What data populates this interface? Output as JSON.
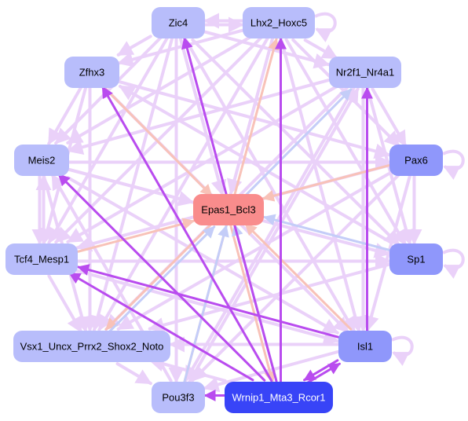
{
  "colors": {
    "edge_light": "#ead1f9",
    "edge_purple": "#b94cef",
    "edge_salmon": "#f8c2b8",
    "edge_blue": "#c4cdf8",
    "node_light": "#b8bdfb",
    "node_mid": "#8f97fb",
    "node_dark": "#3844f7",
    "node_center": "#f98c8c"
  },
  "nodes": [
    {
      "id": "zic4",
      "label": "Zic4",
      "fill": "#b8bdfb",
      "text": "#000000"
    },
    {
      "id": "lhx2",
      "label": "Lhx2_Hoxc5",
      "fill": "#b8bdfb",
      "text": "#000000"
    },
    {
      "id": "zfhx3",
      "label": "Zfhx3",
      "fill": "#b8bdfb",
      "text": "#000000"
    },
    {
      "id": "nr2f1",
      "label": "Nr2f1_Nr4a1",
      "fill": "#b8bdfb",
      "text": "#000000"
    },
    {
      "id": "meis2",
      "label": "Meis2",
      "fill": "#b8bdfb",
      "text": "#000000"
    },
    {
      "id": "pax6",
      "label": "Pax6",
      "fill": "#8f97fb",
      "text": "#000000"
    },
    {
      "id": "epas1",
      "label": "Epas1_Bcl3",
      "fill": "#f98c8c",
      "text": "#000000"
    },
    {
      "id": "tcf4",
      "label": "Tcf4_Mesp1",
      "fill": "#b8bdfb",
      "text": "#000000"
    },
    {
      "id": "sp1",
      "label": "Sp1",
      "fill": "#8f97fb",
      "text": "#000000"
    },
    {
      "id": "vsx1",
      "label": "Vsx1_Uncx_Prrx2_Shox2_Noto",
      "fill": "#b8bdfb",
      "text": "#000000"
    },
    {
      "id": "isl1",
      "label": "Isl1",
      "fill": "#8f97fb",
      "text": "#000000"
    },
    {
      "id": "pou3f3",
      "label": "Pou3f3",
      "fill": "#b8bdfb",
      "text": "#000000"
    },
    {
      "id": "wrnip1",
      "label": "Wrnip1_Mta3_Rcor1",
      "fill": "#3844f7",
      "text": "#ffffff"
    }
  ],
  "edges": [
    {
      "from": "zic4",
      "to": "lhx2",
      "type": "light"
    },
    {
      "from": "lhx2",
      "to": "zic4",
      "type": "light"
    },
    {
      "from": "zic4",
      "to": "zfhx3",
      "type": "light"
    },
    {
      "from": "zic4",
      "to": "meis2",
      "type": "light"
    },
    {
      "from": "zic4",
      "to": "tcf4",
      "type": "light"
    },
    {
      "from": "zic4",
      "to": "vsx1",
      "type": "light"
    },
    {
      "from": "zic4",
      "to": "nr2f1",
      "type": "light"
    },
    {
      "from": "zic4",
      "to": "isl1",
      "type": "light"
    },
    {
      "from": "zic4",
      "to": "sp1",
      "type": "light"
    },
    {
      "from": "zic4",
      "to": "pou3f3",
      "type": "light"
    },
    {
      "from": "zic4",
      "to": "epas1",
      "type": "light"
    },
    {
      "from": "wrnip1",
      "to": "zic4",
      "type": "purple"
    },
    {
      "from": "lhx2",
      "to": "nr2f1",
      "type": "light"
    },
    {
      "from": "lhx2",
      "to": "pax6",
      "type": "light"
    },
    {
      "from": "lhx2",
      "to": "zfhx3",
      "type": "light"
    },
    {
      "from": "lhx2",
      "to": "meis2",
      "type": "light"
    },
    {
      "from": "lhx2",
      "to": "tcf4",
      "type": "light"
    },
    {
      "from": "lhx2",
      "to": "vsx1",
      "type": "light"
    },
    {
      "from": "lhx2",
      "to": "isl1",
      "type": "light"
    },
    {
      "from": "lhx2",
      "to": "sp1",
      "type": "light"
    },
    {
      "from": "lhx2",
      "to": "epas1",
      "type": "light"
    },
    {
      "from": "wrnip1",
      "to": "lhx2",
      "type": "purple"
    },
    {
      "from": "pou3f3",
      "to": "lhx2",
      "type": "salmon"
    },
    {
      "from": "zfhx3",
      "to": "meis2",
      "type": "light"
    },
    {
      "from": "zfhx3",
      "to": "tcf4",
      "type": "light"
    },
    {
      "from": "zfhx3",
      "to": "vsx1",
      "type": "light"
    },
    {
      "from": "zfhx3",
      "to": "pax6",
      "type": "light"
    },
    {
      "from": "zfhx3",
      "to": "isl1",
      "type": "light"
    },
    {
      "from": "zfhx3",
      "to": "epas1",
      "type": "salmon"
    },
    {
      "from": "wrnip1",
      "to": "zfhx3",
      "type": "purple"
    },
    {
      "from": "sp1",
      "to": "zfhx3",
      "type": "light"
    },
    {
      "from": "nr2f1",
      "to": "pax6",
      "type": "light"
    },
    {
      "from": "nr2f1",
      "to": "meis2",
      "type": "light"
    },
    {
      "from": "nr2f1",
      "to": "tcf4",
      "type": "light"
    },
    {
      "from": "nr2f1",
      "to": "vsx1",
      "type": "light"
    },
    {
      "from": "nr2f1",
      "to": "isl1",
      "type": "light"
    },
    {
      "from": "nr2f1",
      "to": "sp1",
      "type": "light"
    },
    {
      "from": "nr2f1",
      "to": "pou3f3",
      "type": "light"
    },
    {
      "from": "epas1",
      "to": "nr2f1",
      "type": "blue"
    },
    {
      "from": "isl1",
      "to": "nr2f1",
      "type": "purple"
    },
    {
      "from": "meis2",
      "to": "tcf4",
      "type": "light"
    },
    {
      "from": "tcf4",
      "to": "meis2",
      "type": "light"
    },
    {
      "from": "meis2",
      "to": "pax6",
      "type": "light"
    },
    {
      "from": "meis2",
      "to": "vsx1",
      "type": "light"
    },
    {
      "from": "meis2",
      "to": "sp1",
      "type": "light"
    },
    {
      "from": "meis2",
      "to": "isl1",
      "type": "light"
    },
    {
      "from": "meis2",
      "to": "epas1",
      "type": "light"
    },
    {
      "from": "wrnip1",
      "to": "meis2",
      "type": "purple"
    },
    {
      "from": "pax6",
      "to": "tcf4",
      "type": "light"
    },
    {
      "from": "pax6",
      "to": "vsx1",
      "type": "light"
    },
    {
      "from": "pax6",
      "to": "sp1",
      "type": "light"
    },
    {
      "from": "pax6",
      "to": "isl1",
      "type": "light"
    },
    {
      "from": "pax6",
      "to": "epas1",
      "type": "salmon"
    },
    {
      "from": "pax6",
      "to": "pou3f3",
      "type": "light"
    },
    {
      "from": "tcf4",
      "to": "vsx1",
      "type": "light"
    },
    {
      "from": "tcf4",
      "to": "epas1",
      "type": "salmon"
    },
    {
      "from": "tcf4",
      "to": "sp1",
      "type": "light"
    },
    {
      "from": "tcf4",
      "to": "isl1",
      "type": "light"
    },
    {
      "from": "wrnip1",
      "to": "tcf4",
      "type": "purple"
    },
    {
      "from": "isl1",
      "to": "tcf4",
      "type": "purple"
    },
    {
      "from": "sp1",
      "to": "epas1",
      "type": "blue"
    },
    {
      "from": "sp1",
      "to": "vsx1",
      "type": "light"
    },
    {
      "from": "isl1",
      "to": "vsx1",
      "type": "light"
    },
    {
      "from": "vsx1",
      "to": "epas1",
      "type": "blue"
    },
    {
      "from": "epas1",
      "to": "vsx1",
      "type": "salmon"
    },
    {
      "from": "vsx1",
      "to": "pou3f3",
      "type": "light"
    },
    {
      "from": "wrnip1",
      "to": "vsx1",
      "type": "light"
    },
    {
      "from": "isl1",
      "to": "epas1",
      "type": "salmon"
    },
    {
      "from": "isl1",
      "to": "pou3f3",
      "type": "light"
    },
    {
      "from": "wrnip1",
      "to": "isl1",
      "type": "purple"
    },
    {
      "from": "isl1",
      "to": "wrnip1",
      "type": "purple"
    },
    {
      "from": "pou3f3",
      "to": "epas1",
      "type": "blue"
    },
    {
      "from": "wrnip1",
      "to": "pou3f3",
      "type": "purple"
    },
    {
      "from": "wrnip1",
      "to": "epas1",
      "type": "blue"
    },
    {
      "from": "epas1",
      "to": "wrnip1",
      "type": "salmon"
    },
    {
      "from": "pou3f3",
      "to": "nr2f1",
      "type": "light"
    },
    {
      "from": "pou3f3",
      "to": "meis2",
      "type": "light"
    }
  ],
  "self_loops": [
    "lhx2",
    "pax6",
    "sp1",
    "isl1"
  ]
}
